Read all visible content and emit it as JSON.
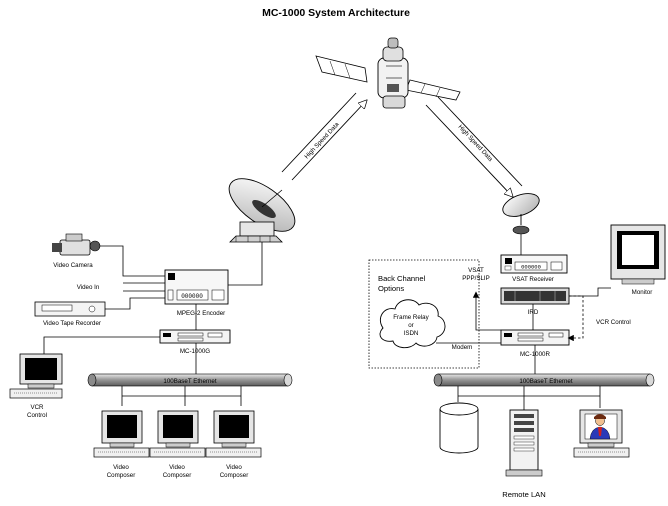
{
  "title": "MC-1000 System Architecture",
  "links": {
    "uplink": "High Speed Data",
    "downlink": "High Speed Data"
  },
  "devices": {
    "camera": "Video Camera",
    "video_in": "Video In",
    "vtr": "Video Tape Recorder",
    "encoder": "MPEG-2 Encoder",
    "mc1000g": "MC-1000G",
    "vcr_control_l1": "VCR",
    "vcr_control_l2": "Control",
    "composer_l1": "Video",
    "composer_l2": "Composer",
    "vsat_receiver": "VSAT Receiver",
    "ird": "IRD",
    "mc1000r": "MC-1000R",
    "vcr_control_right": "VCR Control",
    "monitor": "Monitor"
  },
  "back_channel": {
    "title_l1": "Back Channel",
    "title_l2": "Options",
    "vsat_l1": "VSAT",
    "vsat_l2": "PPP/SLIP",
    "cloud_l1": "Frame Relay",
    "cloud_l2": "or",
    "cloud_l3": "ISDN",
    "modem": "Modem"
  },
  "network": {
    "left_ethernet": "100BaseT Ethernet",
    "right_ethernet": "100BaseT Ethernet",
    "remote_lan": "Remote LAN"
  },
  "icons": [
    "satellite-icon",
    "dish-icon",
    "video-camera-icon",
    "vcr-icon",
    "encoder-icon",
    "monitor-icon",
    "pc-icon",
    "database-icon",
    "server-tower-icon",
    "cloud-icon"
  ]
}
